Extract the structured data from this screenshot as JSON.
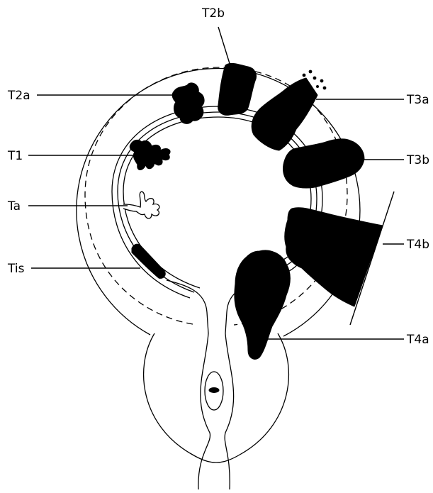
{
  "figure": {
    "labels": {
      "tis": "Tis",
      "ta": "Ta",
      "t1": "T1",
      "t2a": "T2a",
      "t2b": "T2b",
      "t3a": "T3a",
      "t3b": "T3b",
      "t4a": "T4a",
      "t4b": "T4b"
    },
    "colors": {
      "ink": "#000000",
      "paper": "#ffffff"
    }
  }
}
